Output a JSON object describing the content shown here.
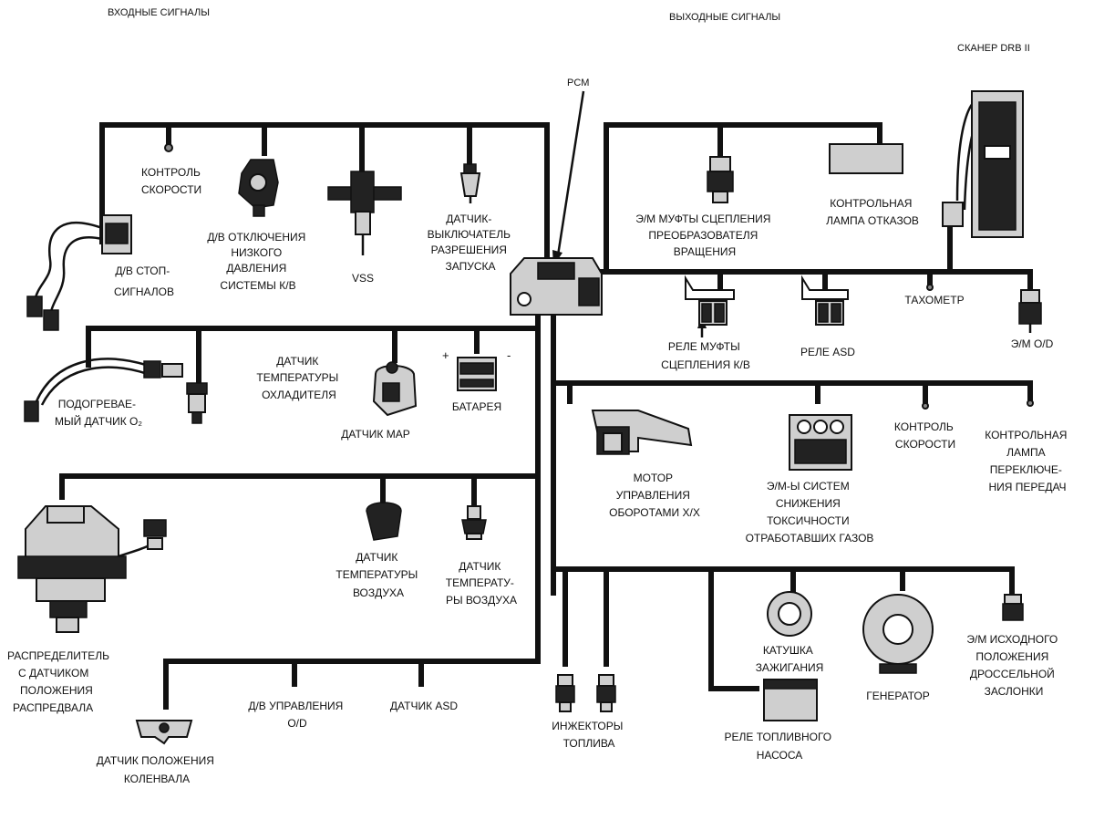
{
  "headers": {
    "inputs": "ВХОДНЫЕ СИГНАЛЫ",
    "outputs": "ВЫХОДНЫЕ СИГНАЛЫ",
    "scanner": "СКАНЕР DRB II",
    "pcm": "PCM"
  },
  "battery_signs": {
    "plus": "+",
    "minus": "-"
  },
  "inputs": [
    {
      "id": "speed-control-in",
      "lines": [
        "КОНТРОЛЬ",
        "СКОРОСТИ"
      ]
    },
    {
      "id": "ac-low-pressure",
      "lines": [
        "Д/В ОТКЛЮЧЕНИЯ",
        "НИЗКОГО",
        "ДАВЛЕНИЯ",
        "СИСТЕМЫ К/В"
      ]
    },
    {
      "id": "vss",
      "lines": [
        "VSS"
      ]
    },
    {
      "id": "start-switch",
      "lines": [
        "ДАТЧИК-",
        "ВЫКЛЮЧАТЕЛЬ",
        "РАЗРЕШЕНИЯ",
        "ЗАПУСКА"
      ]
    },
    {
      "id": "brake-switch",
      "lines": [
        "Д/В СТОП-",
        "СИГНАЛОВ"
      ]
    },
    {
      "id": "o2-sensor",
      "lines": [
        "ПОДОГРЕВАЕ-",
        "МЫЙ ДАТЧИК O₂"
      ]
    },
    {
      "id": "coolant-temp",
      "lines": [
        "ДАТЧИК",
        "ТЕМПЕРАТУРЫ",
        "ОХЛАДИТЕЛЯ"
      ]
    },
    {
      "id": "map-sensor",
      "lines": [
        "ДАТЧИК МАР"
      ]
    },
    {
      "id": "battery",
      "lines": [
        "БАТАРЕЯ"
      ]
    },
    {
      "id": "air-temp-1",
      "lines": [
        "ДАТЧИК",
        "ТЕМПЕРАТУРЫ",
        "ВОЗДУХА"
      ]
    },
    {
      "id": "air-temp-2",
      "lines": [
        "ДАТЧИК",
        "ТЕМПЕРАТУ-",
        "РЫ ВОЗДУХА"
      ]
    },
    {
      "id": "distributor",
      "lines": [
        "РАСПРЕДЕЛИТЕЛЬ",
        "С ДАТЧИКОМ",
        "ПОЛОЖЕНИЯ",
        "РАСПРЕДВАЛА"
      ]
    },
    {
      "id": "crank-sensor",
      "lines": [
        "ДАТЧИК ПОЛОЖЕНИЯ",
        "КОЛЕНВАЛА"
      ]
    },
    {
      "id": "od-switch",
      "lines": [
        "Д/В УПРАВЛЕНИЯ",
        "O/D"
      ]
    },
    {
      "id": "asd-sensor",
      "lines": [
        "ДАТЧИК ASD"
      ]
    }
  ],
  "outputs": [
    {
      "id": "tcc-solenoid",
      "lines": [
        "Э/М МУФТЫ СЦЕПЛЕНИЯ",
        "ПРЕОБРАЗОВАТЕЛЯ",
        "ВРАЩЕНИЯ"
      ]
    },
    {
      "id": "mil-lamp",
      "lines": [
        "КОНТРОЛЬНАЯ",
        "ЛАМПА ОТКАЗОВ"
      ]
    },
    {
      "id": "ac-clutch-relay",
      "lines": [
        "РЕЛЕ МУФТЫ",
        "СЦЕПЛЕНИЯ К/В"
      ]
    },
    {
      "id": "asd-relay",
      "lines": [
        "РЕЛЕ ASD"
      ]
    },
    {
      "id": "tachometer",
      "lines": [
        "ТАХОМЕТР"
      ]
    },
    {
      "id": "od-solenoid",
      "lines": [
        "Э/М O/D"
      ]
    },
    {
      "id": "iac-motor",
      "lines": [
        "МОТОР",
        "УПРАВЛЕНИЯ",
        "ОБОРОТАМИ Х/Х"
      ]
    },
    {
      "id": "emission-solenoids",
      "lines": [
        "Э/М-Ы СИСТЕМ",
        "СНИЖЕНИЯ",
        "ТОКСИЧНОСТИ",
        "ОТРАБОТАВШИХ ГАЗОВ"
      ]
    },
    {
      "id": "speed-control-out",
      "lines": [
        "КОНТРОЛЬ",
        "СКОРОСТИ"
      ]
    },
    {
      "id": "shift-lamp",
      "lines": [
        "КОНТРОЛЬНАЯ",
        "ЛАМПА",
        "ПЕРЕКЛЮЧЕ-",
        "НИЯ ПЕРЕДАЧ"
      ]
    },
    {
      "id": "injectors",
      "lines": [
        "ИНЖЕКТОРЫ",
        "ТОПЛИВА"
      ]
    },
    {
      "id": "ignition-coil",
      "lines": [
        "КАТУШКА",
        "ЗАЖИГАНИЯ"
      ]
    },
    {
      "id": "fuel-pump-relay",
      "lines": [
        "РЕЛЕ ТОПЛИВНОГО",
        "НАСОСА"
      ]
    },
    {
      "id": "generator",
      "lines": [
        "ГЕНЕРАТОР"
      ]
    },
    {
      "id": "throttle-solenoid",
      "lines": [
        "Э/М ИСХОДНОГО",
        "ПОЛОЖЕНИЯ",
        "ДРОССЕЛЬНОЙ",
        "ЗАСЛОНКИ"
      ]
    }
  ]
}
